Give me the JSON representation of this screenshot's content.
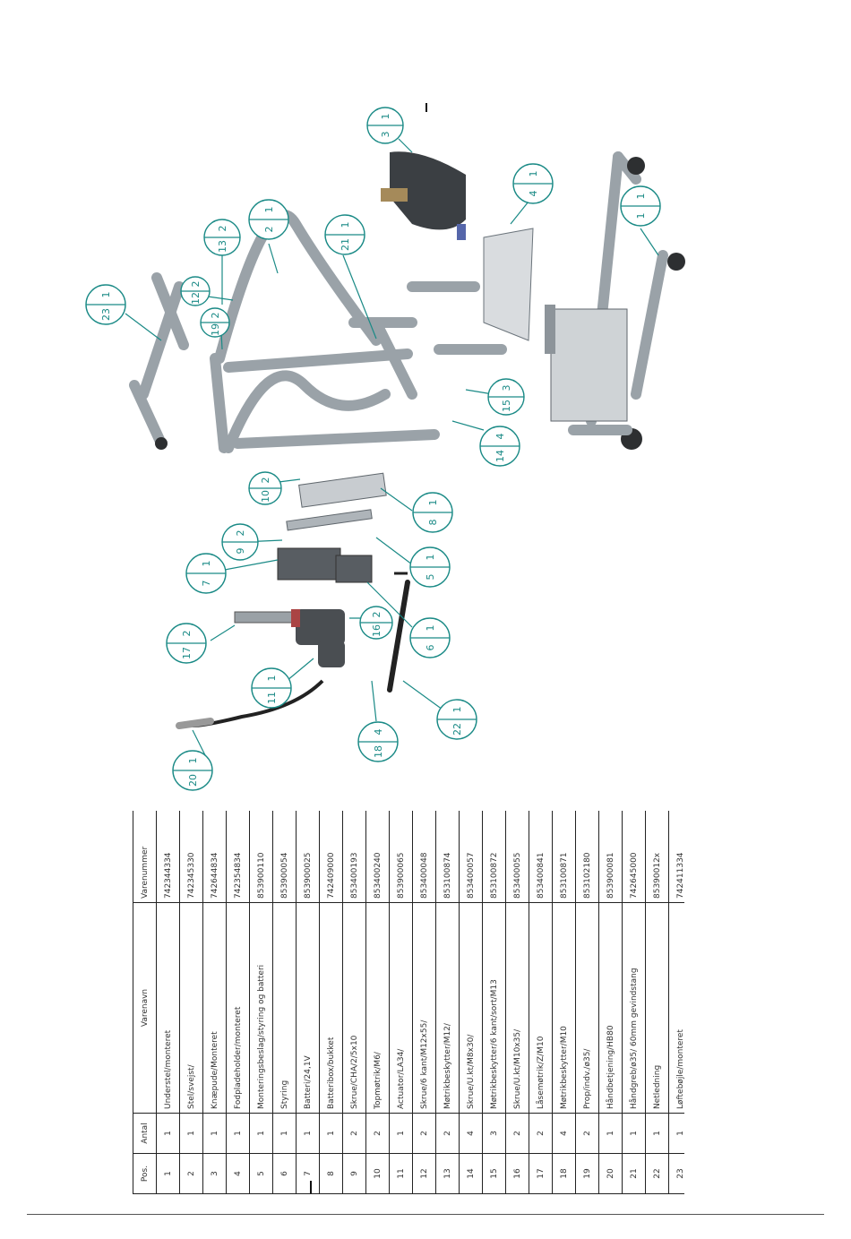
{
  "balloons": [
    {
      "id": "balloon-23",
      "top": "23",
      "bottom": "1"
    },
    {
      "id": "balloon-13",
      "top": "13",
      "bottom": "2"
    },
    {
      "id": "balloon-12",
      "top": "12",
      "bottom": "2"
    },
    {
      "id": "balloon-19",
      "top": "19",
      "bottom": "2"
    },
    {
      "id": "balloon-2",
      "top": "2",
      "bottom": "1"
    },
    {
      "id": "balloon-21",
      "top": "21",
      "bottom": "1"
    },
    {
      "id": "balloon-3",
      "top": "3",
      "bottom": "1"
    },
    {
      "id": "balloon-4",
      "top": "4",
      "bottom": "1"
    },
    {
      "id": "balloon-1",
      "top": "1",
      "bottom": "1"
    },
    {
      "id": "balloon-15",
      "top": "15",
      "bottom": "3"
    },
    {
      "id": "balloon-14",
      "top": "14",
      "bottom": "4"
    },
    {
      "id": "balloon-10",
      "top": "10",
      "bottom": "2"
    },
    {
      "id": "balloon-8",
      "top": "8",
      "bottom": "1"
    },
    {
      "id": "balloon-9",
      "top": "9",
      "bottom": "2"
    },
    {
      "id": "balloon-7",
      "top": "7",
      "bottom": "1"
    },
    {
      "id": "balloon-5",
      "top": "5",
      "bottom": "1"
    },
    {
      "id": "balloon-17",
      "top": "17",
      "bottom": "2"
    },
    {
      "id": "balloon-16",
      "top": "16",
      "bottom": "2"
    },
    {
      "id": "balloon-6",
      "top": "6",
      "bottom": "1"
    },
    {
      "id": "balloon-11",
      "top": "11",
      "bottom": "1"
    },
    {
      "id": "balloon-18",
      "top": "18",
      "bottom": "4"
    },
    {
      "id": "balloon-22",
      "top": "22",
      "bottom": "1"
    },
    {
      "id": "balloon-20",
      "top": "20",
      "bottom": "1"
    }
  ],
  "table": {
    "headers": {
      "pos": "Pos.",
      "qty": "Antal",
      "name": "Varenavn",
      "number": "Varenummer"
    },
    "rows": [
      {
        "pos": "1",
        "qty": "1",
        "name": "Understel/monteret",
        "number": "742344334"
      },
      {
        "pos": "2",
        "qty": "1",
        "name": "Stel/svejst/",
        "number": "742345330"
      },
      {
        "pos": "3",
        "qty": "1",
        "name": "Knæpude/Monteret",
        "number": "742644834"
      },
      {
        "pos": "4",
        "qty": "1",
        "name": "Fodpladeholder/monteret",
        "number": "742354834"
      },
      {
        "pos": "5",
        "qty": "1",
        "name": "Monteringsbeslag/styring og batteri",
        "number": "853900110"
      },
      {
        "pos": "6",
        "qty": "1",
        "name": "Styring",
        "number": "853900054"
      },
      {
        "pos": "7",
        "qty": "1",
        "name": "Batteri/24,1V",
        "number": "853900025"
      },
      {
        "pos": "8",
        "qty": "1",
        "name": "Batteribox/bukket",
        "number": "742409000"
      },
      {
        "pos": "9",
        "qty": "2",
        "name": "Skrue/CHA/2/5x10",
        "number": "853400193"
      },
      {
        "pos": "10",
        "qty": "2",
        "name": "Topmøtrik/M6/",
        "number": "853400240"
      },
      {
        "pos": "11",
        "qty": "1",
        "name": "Actuator/LA34/",
        "number": "853900065"
      },
      {
        "pos": "12",
        "qty": "2",
        "name": "Skrue/6 kant/M12x55/",
        "number": "853400048"
      },
      {
        "pos": "13",
        "qty": "2",
        "name": "Møtrikbeskytter/M12/",
        "number": "853100874"
      },
      {
        "pos": "14",
        "qty": "4",
        "name": "Skrue/U.kt/M8x30/",
        "number": "853400057"
      },
      {
        "pos": "15",
        "qty": "3",
        "name": "Møtrikbeskytter/6 kant/sort/M13",
        "number": "853100872"
      },
      {
        "pos": "16",
        "qty": "2",
        "name": "Skrue/U.kt/M10x35/",
        "number": "853400055"
      },
      {
        "pos": "17",
        "qty": "2",
        "name": "Låsemøtrik/Z/M10",
        "number": "853400841"
      },
      {
        "pos": "18",
        "qty": "4",
        "name": "Møtrikbeskytter/M10",
        "number": "853100871"
      },
      {
        "pos": "19",
        "qty": "2",
        "name": "Prop/indv./ø35/",
        "number": "853102180"
      },
      {
        "pos": "20",
        "qty": "1",
        "name": "Håndbetjening/HB80",
        "number": "853900081"
      },
      {
        "pos": "21",
        "qty": "1",
        "name": "Håndgreb/ø35/ 60mm gevindstang",
        "number": "742645000"
      },
      {
        "pos": "22",
        "qty": "1",
        "name": "Netledning",
        "number": "85390012x"
      },
      {
        "pos": "23",
        "qty": "1",
        "name": "Løftebøjle/monteret",
        "number": "742411334"
      }
    ]
  }
}
